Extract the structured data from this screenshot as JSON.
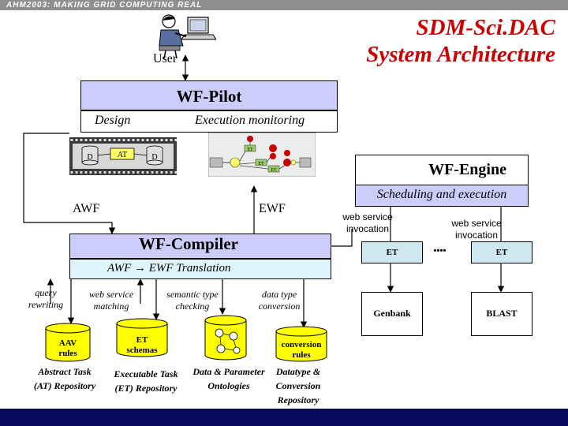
{
  "header": {
    "banner": "AHM2003: MAKING GRID COMPUTING REAL",
    "title_line1": "SDM-Sci.DAC",
    "title_line2": "System Architecture"
  },
  "user": {
    "label": "User",
    "icon": "user-at-computer-icon"
  },
  "wf_pilot": {
    "title": "WF-Pilot",
    "design": "Design",
    "execution_monitoring": "Execution monitoring",
    "design_nodes": [
      "D",
      "AT",
      "D"
    ]
  },
  "monitor_graph": {
    "node_labels": [
      "ET",
      "ET",
      "ET"
    ]
  },
  "wf_engine": {
    "title": "WF-Engine",
    "subtitle": "Scheduling and execution",
    "invocations": [
      {
        "line1": "web service",
        "line2": "invocation"
      },
      {
        "line1": "web service",
        "line2": "invocation"
      }
    ],
    "et_boxes": [
      "ET",
      "ET"
    ],
    "ellipsis": "....",
    "services": [
      "Genbank",
      "BLAST"
    ]
  },
  "flow_labels": {
    "awf": "AWF",
    "ewf": "EWF"
  },
  "wf_compiler": {
    "title": "WF-Compiler",
    "translation_prefix": "AWF",
    "translation_arrow": "→",
    "translation_suffix": "EWF Translation",
    "functions": [
      {
        "line1": "query",
        "line2": "rewriting"
      },
      {
        "line1": "web service",
        "line2": "matching"
      },
      {
        "line1": "semantic type",
        "line2": "checking"
      },
      {
        "line1": "data type",
        "line2": "conversion"
      }
    ]
  },
  "repositories": {
    "cylinders": [
      {
        "line1": "AAV",
        "line2": "rules"
      },
      {
        "line1": "ET",
        "line2": "schemas"
      },
      {
        "line1": "conversion",
        "line2": "rules"
      }
    ],
    "captions": [
      {
        "line1": "Abstract Task",
        "line2": "(AT) Repository"
      },
      {
        "line1": "Executable Task",
        "line2": "(ET) Repository"
      },
      {
        "line1": "Data & Parameter",
        "line2": "Ontologies"
      },
      {
        "line1": "Datatype &",
        "line2": "Conversion",
        "line3": "Repository"
      }
    ]
  },
  "colors": {
    "pilot_header": "#cccdfa",
    "compiler_bg": "#cccdfa",
    "translation_bg": "#e0f4fb",
    "et_box": "#cfe7ef",
    "cylinder": "#ffff00",
    "title": "#cc0000",
    "graph_red": "#cc0000",
    "graph_green": "#99cc66"
  }
}
